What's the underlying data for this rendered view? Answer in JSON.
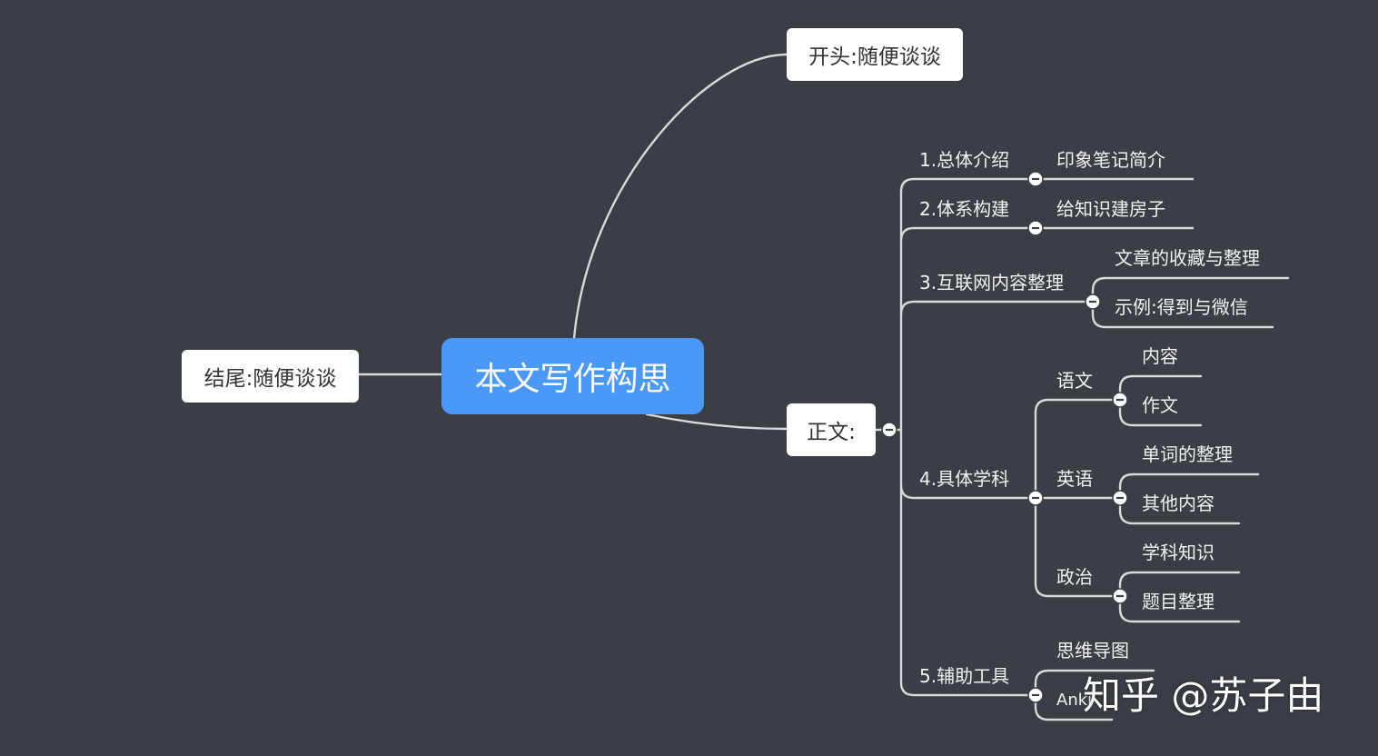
{
  "mindmap": {
    "root": "本文写作构思",
    "opening": "开头:随便谈谈",
    "ending": "结尾:随便谈谈",
    "body": "正文:",
    "sections": [
      {
        "title": "1.总体介绍",
        "children": [
          "印象笔记简介"
        ]
      },
      {
        "title": "2.体系构建",
        "children": [
          "给知识建房子"
        ]
      },
      {
        "title": "3.互联网内容整理",
        "children": [
          "文章的收藏与整理",
          "示例:得到与微信"
        ]
      },
      {
        "title": "4.具体学科",
        "subjects": [
          {
            "name": "语文",
            "children": [
              "内容",
              "作文"
            ]
          },
          {
            "name": "英语",
            "children": [
              "单词的整理",
              "其他内容"
            ]
          },
          {
            "name": "政治",
            "children": [
              "学科知识",
              "题目整理"
            ]
          }
        ]
      },
      {
        "title": "5.辅助工具",
        "children": [
          "思维导图",
          "Anki"
        ]
      }
    ]
  },
  "watermark": "知乎 @苏子由",
  "colors": {
    "background": "#3b3e45",
    "root_fill": "#4a98f7",
    "node_fill": "#ffffff",
    "connector": "#d9d9dc"
  }
}
